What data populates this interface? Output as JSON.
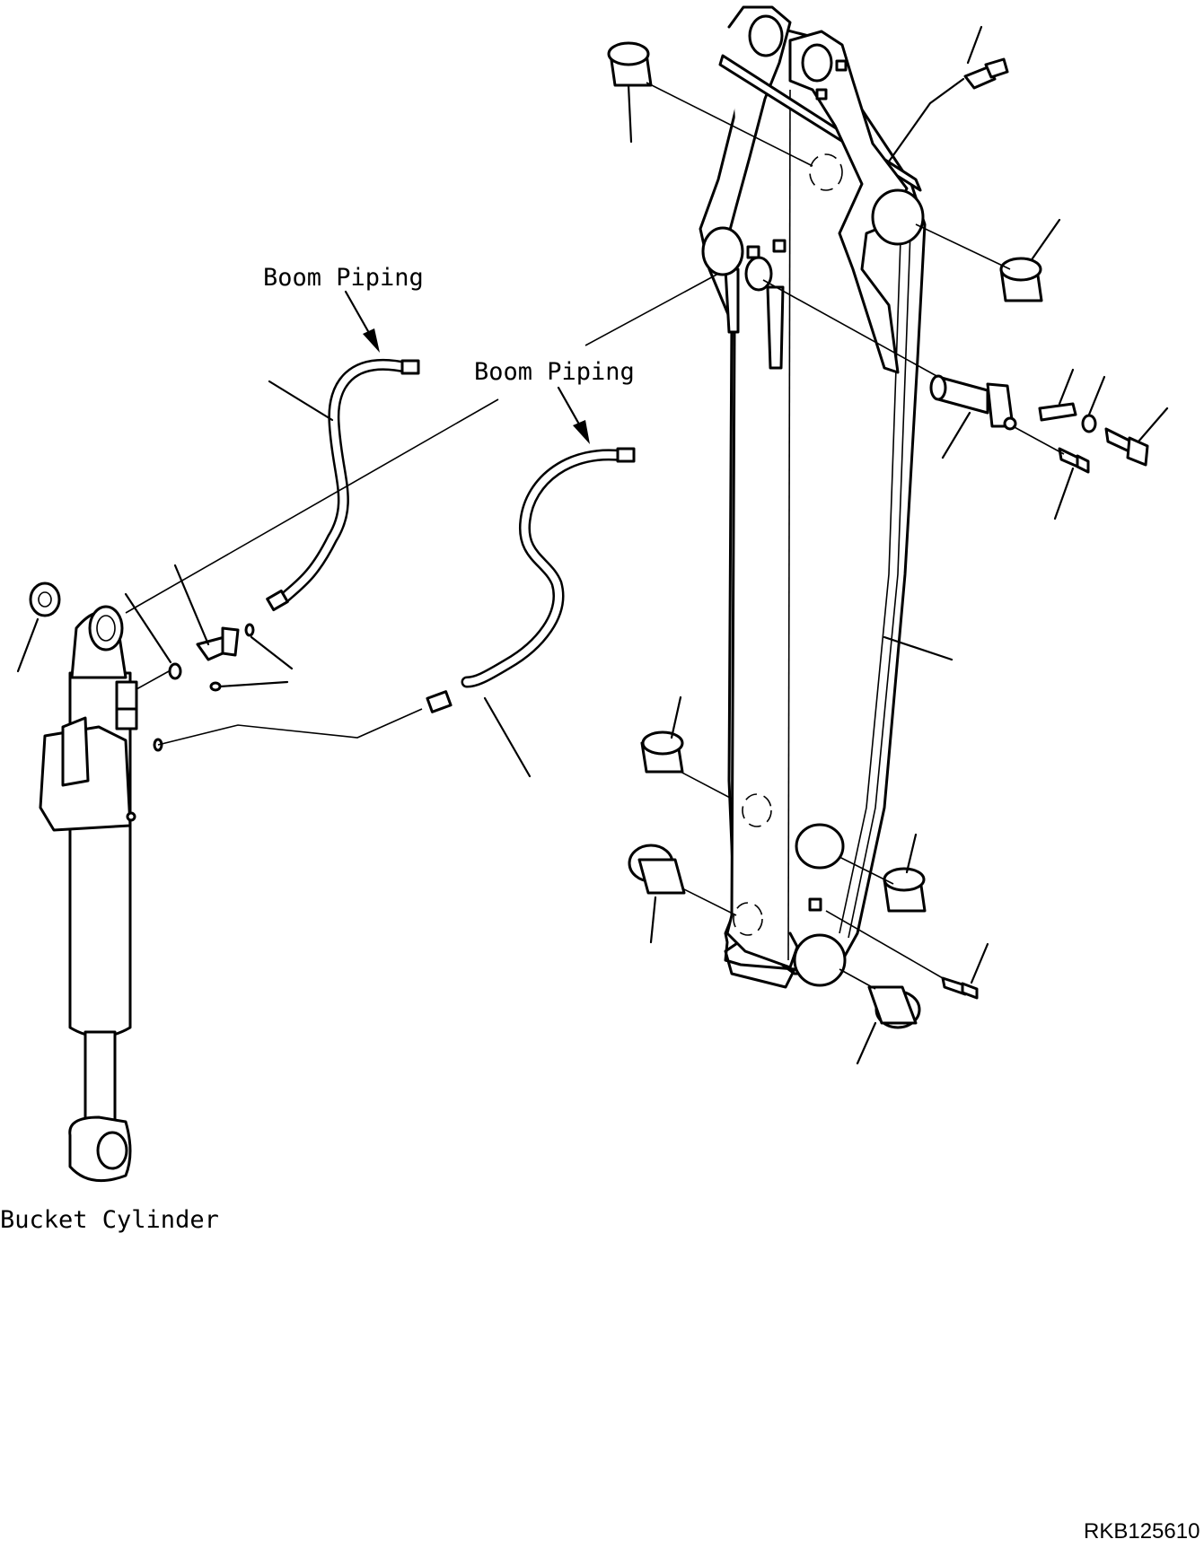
{
  "labels": {
    "boom_piping_1": "Boom Piping",
    "boom_piping_2": "Boom Piping",
    "bucket_cylinder": "Bucket Cylinder",
    "drawing_code": "RKB125610"
  }
}
